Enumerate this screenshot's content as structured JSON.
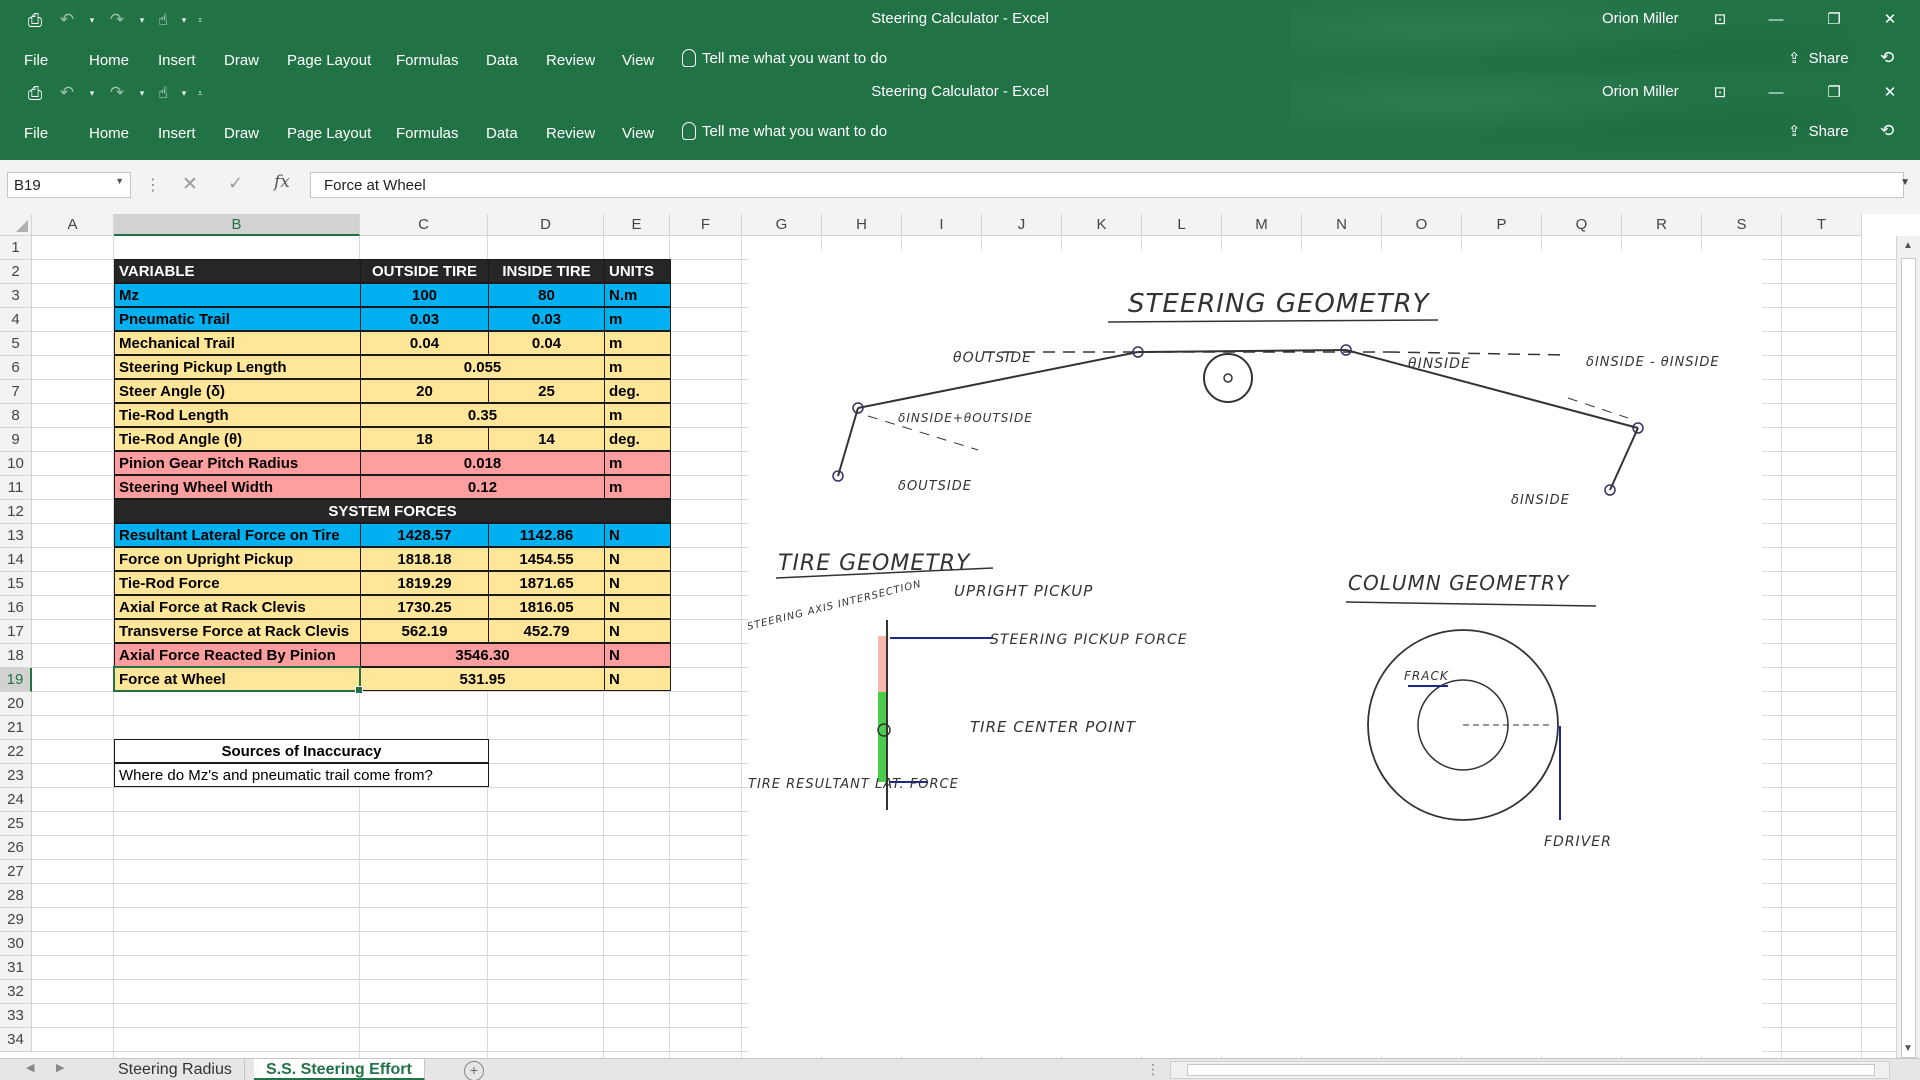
{
  "window": {
    "title": "Steering Calculator  -  Excel",
    "user": "Orion Miller"
  },
  "ribbon": {
    "tabs": [
      "File",
      "Home",
      "Insert",
      "Draw",
      "Page Layout",
      "Formulas",
      "Data",
      "Review",
      "View"
    ],
    "tell_me": "Tell me what you want to do",
    "share": "Share"
  },
  "formula_bar": {
    "name_box": "B19",
    "content": "Force at Wheel"
  },
  "grid": {
    "columns": [
      "A",
      "B",
      "C",
      "D",
      "E",
      "F",
      "G",
      "H",
      "I",
      "J",
      "K",
      "L",
      "M",
      "N",
      "O",
      "P",
      "Q",
      "R",
      "S",
      "T"
    ],
    "rows": [
      "1",
      "2",
      "3",
      "4",
      "5",
      "6",
      "7",
      "8",
      "9",
      "10",
      "11",
      "12",
      "13",
      "14",
      "15",
      "16",
      "17",
      "18",
      "19",
      "20",
      "21",
      "22",
      "23",
      "24",
      "25",
      "26",
      "27",
      "28",
      "29",
      "30",
      "31",
      "32",
      "33",
      "34"
    ],
    "selected_col": "B",
    "selected_row": "19"
  },
  "table": {
    "headers": [
      "VARIABLE",
      "OUTSIDE TIRE",
      "INSIDE TIRE",
      "UNITS"
    ],
    "rows": [
      {
        "label": "Mz",
        "outside": "100",
        "inside": "80",
        "unit": "N.m",
        "color": "#00b0f0"
      },
      {
        "label": "Pneumatic Trail",
        "outside": "0.03",
        "inside": "0.03",
        "unit": "m",
        "color": "#00b0f0"
      },
      {
        "label": "Mechanical Trail",
        "outside": "0.04",
        "inside": "0.04",
        "unit": "m",
        "color": "#ffe699"
      },
      {
        "label": "Steering Pickup Length",
        "merged": "0.055",
        "unit": "m",
        "color": "#ffe699"
      },
      {
        "label": "Steer Angle (δ)",
        "outside": "20",
        "inside": "25",
        "unit": "deg.",
        "color": "#ffe699"
      },
      {
        "label": "Tie-Rod Length",
        "merged": "0.35",
        "unit": "m",
        "color": "#ffe699"
      },
      {
        "label": "Tie-Rod Angle (θ)",
        "outside": "18",
        "inside": "14",
        "unit": "deg.",
        "color": "#ffe699"
      },
      {
        "label": "Pinion Gear Pitch Radius",
        "merged": "0.018",
        "unit": "m",
        "color": "#ff9e9e"
      },
      {
        "label": "Steering Wheel Width",
        "merged": "0.12",
        "unit": "m",
        "color": "#ff9e9e"
      }
    ],
    "system_forces_header": "SYSTEM FORCES",
    "forces": [
      {
        "label": "Resultant Lateral Force on Tire",
        "outside": "1428.57",
        "inside": "1142.86",
        "unit": "N",
        "color": "#00b0f0"
      },
      {
        "label": "Force on Upright Pickup",
        "outside": "1818.18",
        "inside": "1454.55",
        "unit": "N",
        "color": "#ffe699"
      },
      {
        "label": "Tie-Rod Force",
        "outside": "1819.29",
        "inside": "1871.65",
        "unit": "N",
        "color": "#ffe699"
      },
      {
        "label": "Axial Force at Rack Clevis",
        "outside": "1730.25",
        "inside": "1816.05",
        "unit": "N",
        "color": "#ffe699"
      },
      {
        "label": "Transverse Force at Rack Clevis",
        "outside": "562.19",
        "inside": "452.79",
        "unit": "N",
        "color": "#ffe699"
      },
      {
        "label": "Axial Force Reacted By Pinion",
        "merged": "3546.30",
        "unit": "N",
        "color": "#ff9e9e"
      },
      {
        "label": "Force at Wheel",
        "merged": "531.95",
        "unit": "N",
        "color": "#ffe699"
      }
    ]
  },
  "inaccuracy": {
    "title": "Sources of Inaccuracy",
    "text": "Where do Mz's and pneumatic trail come from?"
  },
  "sketch": {
    "steering_title": "STEERING GEOMETRY",
    "tire_title": "TIRE GEOMETRY",
    "column_title": "COLUMN GEOMETRY",
    "labels": {
      "theta_outside": "θOUTSIDE",
      "delta_inside_plus_theta_outside": "δINSIDE+θOUTSIDE",
      "delta_outside": "δOUTSIDE",
      "theta_inside": "θINSIDE",
      "delta_inside_minus_theta_inside": "δINSIDE - θINSIDE",
      "delta_inside": "δINSIDE",
      "axis_intersection": "STEERING AXIS INTERSECTION",
      "upright_pickup": "UPRIGHT PICKUP",
      "steering_pickup_force": "STEERING PICKUP FORCE",
      "tire_center_point": "TIRE CENTER POINT",
      "tire_resultant": "TIRE RESULTANT LAT. FORCE",
      "f_rack": "FRACK",
      "f_driver": "FDRIVER"
    }
  },
  "sheets": {
    "tabs": [
      "Steering Radius",
      "S.S. Steering Effort"
    ],
    "active": "S.S. Steering Effort"
  }
}
